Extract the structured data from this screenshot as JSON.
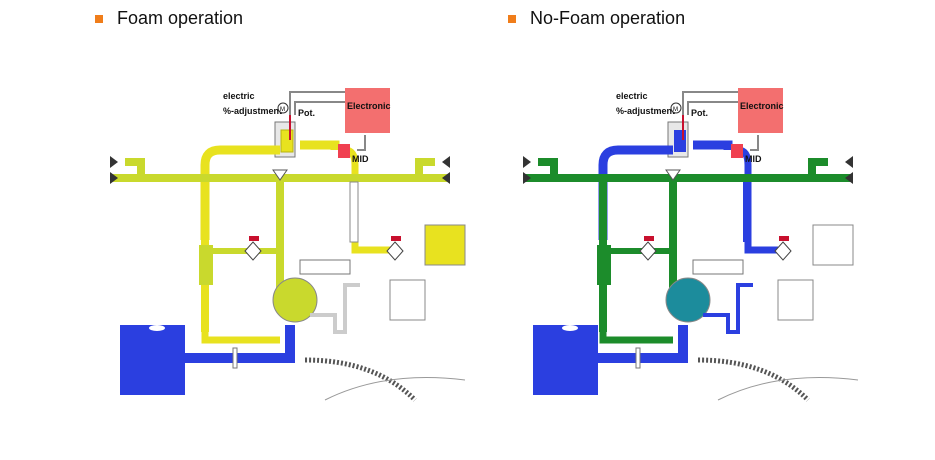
{
  "colors": {
    "bullet": "#f07d1a",
    "foam": "#e8e21f",
    "foam_dark": "#b9b310",
    "water": "#2b3fe0",
    "mix": "#1c8c2b",
    "electronic": "#f36f6f",
    "mid": "#f04050",
    "valve": "#c8102e"
  },
  "panels": [
    {
      "title": "Foam operation",
      "electric_label": "electric",
      "adjust_label": "%-adjustment",
      "motor_label": "M",
      "pot_label": "Pot.",
      "electronic_label": "Electronic",
      "mid_label": "MID"
    },
    {
      "title": "No-Foam operation",
      "electric_label": "electric",
      "adjust_label": "%-adjustment",
      "motor_label": "M",
      "pot_label": "Pot.",
      "electronic_label": "Electronic",
      "mid_label": "MID"
    }
  ]
}
